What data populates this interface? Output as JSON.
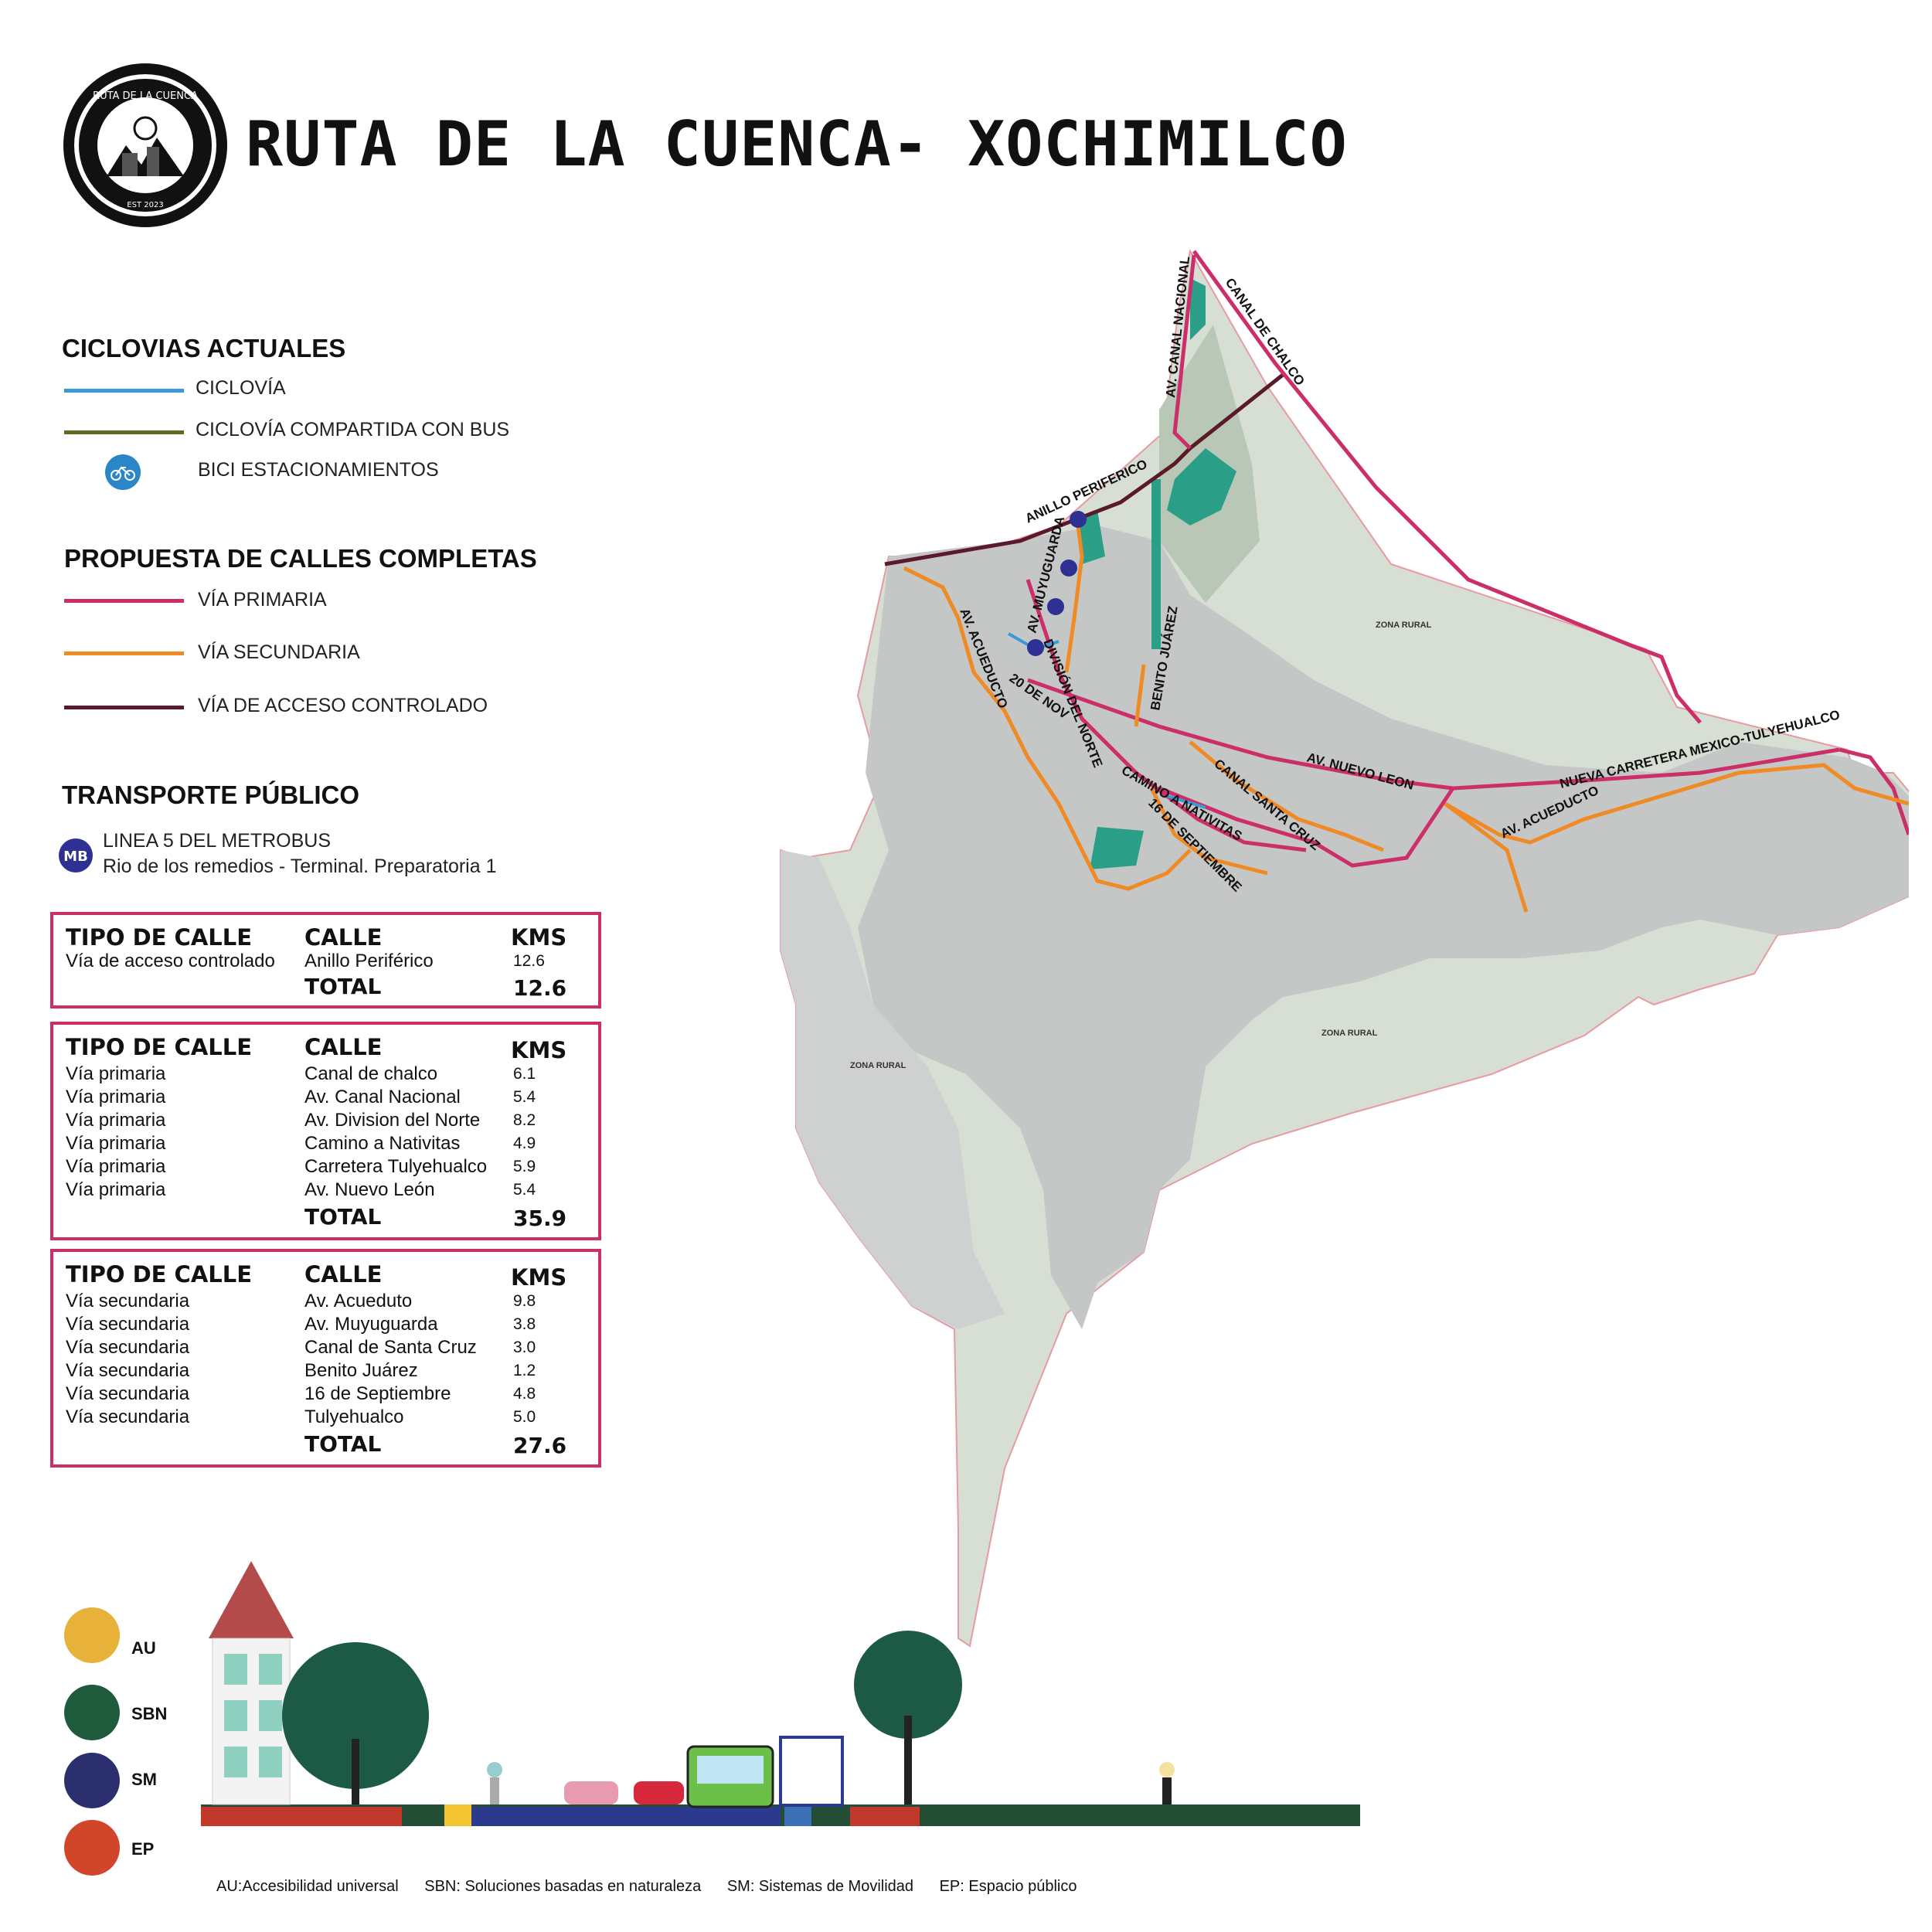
{
  "header": {
    "title": "RUTA DE LA CUENCA- XOCHIMILCO",
    "logo_text_top": "RUTA DE LA CUENCA",
    "logo_text_bottom": "EST 2023"
  },
  "legend": {
    "ciclovias_title": "CICLOVIAS ACTUALES",
    "ciclovia": "CICLOVÍA",
    "ciclovia_bus": "CICLOVÍA COMPARTIDA CON BUS",
    "bici_estacionamientos": "BICI ESTACIONAMIENTOS",
    "propuesta_title": "PROPUESTA DE CALLES COMPLETAS",
    "via_primaria": "VÍA PRIMARIA",
    "via_secundaria": "VÍA SECUNDARIA",
    "via_acceso": "VÍA DE ACCESO CONTROLADO",
    "transporte_title": "TRANSPORTE PÚBLICO",
    "metrobus_line": "LINEA 5 DEL METROBUS",
    "metrobus_route": "Rio de los remedios - Terminal. Preparatoria 1",
    "colors": {
      "ciclovia": "#3a9ad9",
      "ciclovia_bus": "#5b6b1f",
      "via_primaria": "#cc2e6a",
      "via_secundaria": "#f08a24",
      "via_acceso": "#5a1a2a",
      "metrobus": "#2e3192"
    }
  },
  "tables": [
    {
      "headers": [
        "TIPO DE CALLE",
        "CALLE",
        "KMS"
      ],
      "rows": [
        [
          "Vía de acceso controlado",
          "Anillo Periférico",
          "12.6"
        ]
      ],
      "total_label": "TOTAL",
      "total": "12.6"
    },
    {
      "headers": [
        "TIPO DE CALLE",
        "CALLE",
        "KMS"
      ],
      "rows": [
        [
          "Vía primaria",
          "Canal de chalco",
          "6.1"
        ],
        [
          "Vía primaria",
          "Av. Canal Nacional",
          "5.4"
        ],
        [
          "Vía primaria",
          "Av. Division del Norte",
          "8.2"
        ],
        [
          "Vía primaria",
          "Camino a Nativitas",
          "4.9"
        ],
        [
          "Vía primaria",
          "Carretera Tulyehualco",
          "5.9"
        ],
        [
          "Vía primaria",
          "Av. Nuevo León",
          "5.4"
        ]
      ],
      "total_label": "TOTAL",
      "total": "35.9"
    },
    {
      "headers": [
        "TIPO DE CALLE",
        "CALLE",
        "KMS"
      ],
      "rows": [
        [
          "Vía secundaria",
          "Av. Acueduto",
          "9.8"
        ],
        [
          "Vía secundaria",
          "Av. Muyuguarda",
          "3.8"
        ],
        [
          "Vía secundaria",
          "Canal de Santa Cruz",
          "3.0"
        ],
        [
          "Vía secundaria",
          "Benito Juárez",
          "1.2"
        ],
        [
          "Vía secundaria",
          "16 de Septiembre",
          "4.8"
        ],
        [
          "Vía secundaria",
          "Tulyehualco",
          "5.0"
        ]
      ],
      "total_label": "TOTAL",
      "total": "27.6"
    }
  ],
  "map": {
    "labels": {
      "canal_nacional": "AV. CANAL NACIONAL",
      "canal_chalco": "CANAL DE CHALCO",
      "anillo": "ANILLO PERIFERICO",
      "muyuguarda": "AV. MUYUGUARDA",
      "acueducto_w": "AV. ACUEDUCTO",
      "division": "DIVISIÓN DEL NORTE",
      "nov20": "20 DE NOV",
      "benito": "BENITO JUÁREZ",
      "nuevo_leon": "AV. NUEVO LEON",
      "camino": "CAMINO A NATIVITAS",
      "canal_sc": "CANAL SANTA CRUZ",
      "sept16": "16 DE SEPTIEMBRE",
      "acueducto_e": "AV. ACUEDUCTO",
      "carretera": "NUEVA CARRETERA MEXICO-TULYEHUALCO",
      "zona1": "ZONA RURAL",
      "zona2": "ZONA RURAL",
      "zona3": "ZONA RURAL"
    },
    "metrobus_icon": "metrobus-icon"
  },
  "badges": [
    {
      "label": "AU",
      "color": "#e8b23a",
      "icon": "accessibility-icon"
    },
    {
      "label": "SBN",
      "color": "#1e5a3c",
      "icon": "nature-icon"
    },
    {
      "label": "SM",
      "color": "#2b2f6e",
      "icon": "mobility-icon"
    },
    {
      "label": "EP",
      "color": "#d1452a",
      "icon": "public-space-icon"
    }
  ],
  "footer": {
    "au": "AU:Accesibilidad universal",
    "sbn": "SBN: Soluciones basadas en naturaleza",
    "sm": "SM: Sistemas de Movilidad",
    "ep": "EP: Espacio público"
  }
}
